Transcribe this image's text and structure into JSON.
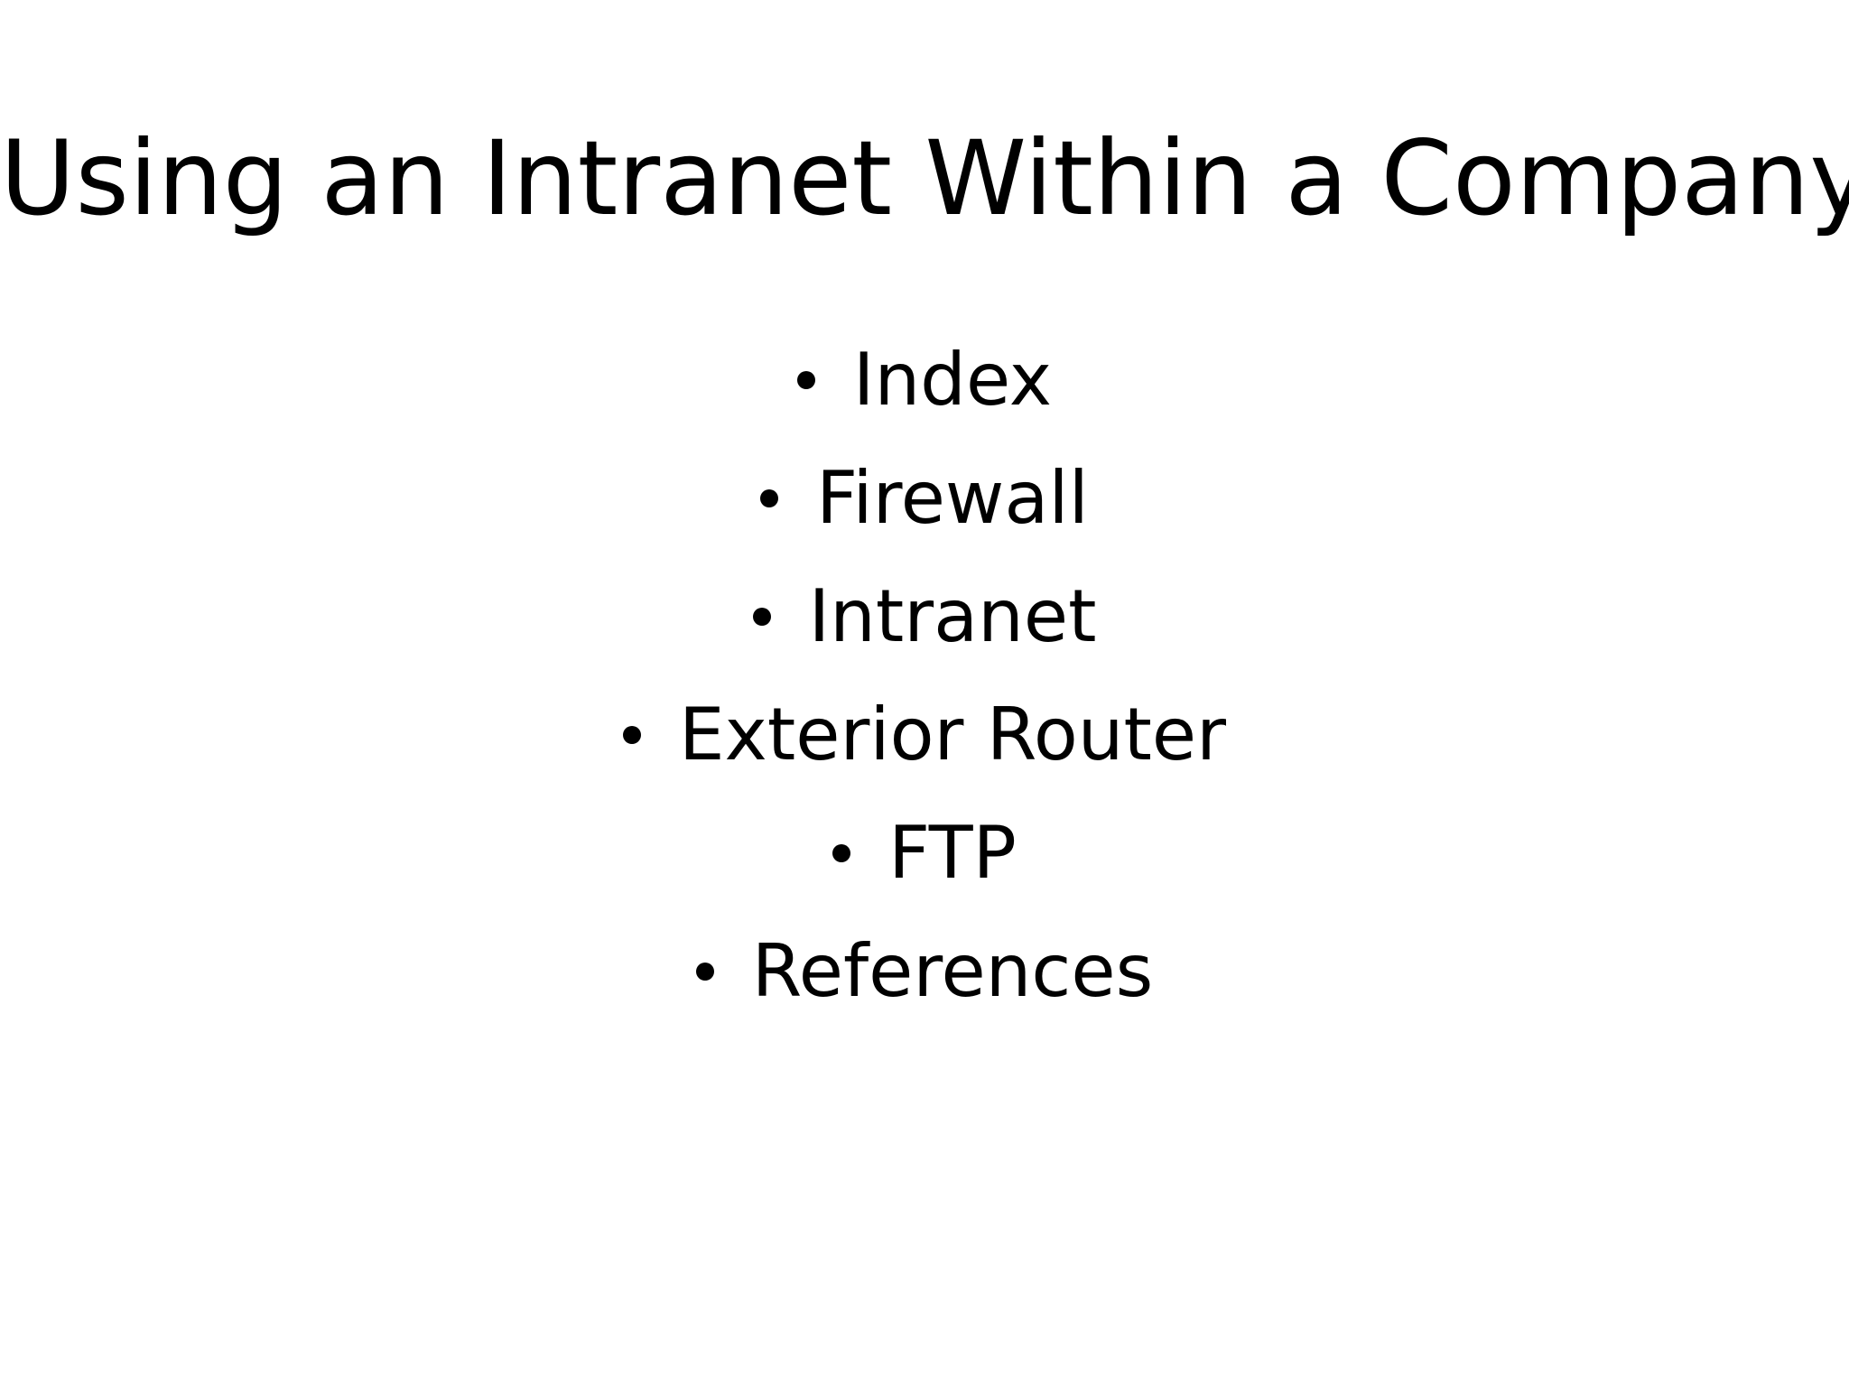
{
  "slide": {
    "title": "Using an Intranet Within a Company",
    "bullets": [
      "Index",
      "Firewall",
      "Intranet",
      "Exterior Router",
      "FTP",
      "References"
    ]
  },
  "colors": {
    "background": "#ffffff",
    "text": "#000000"
  }
}
